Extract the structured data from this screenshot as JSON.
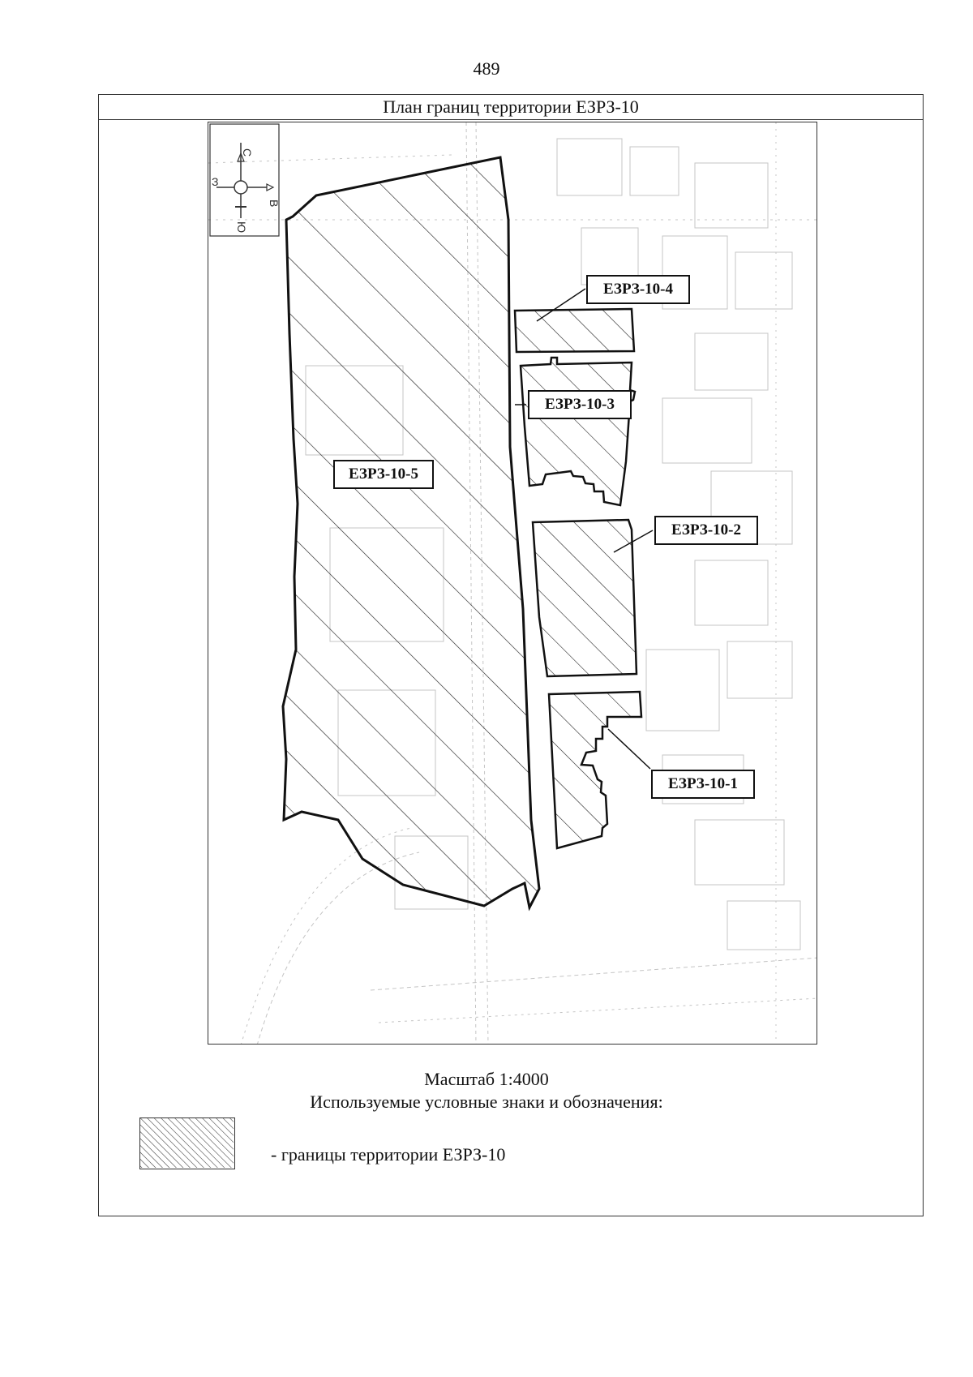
{
  "page_number": "489",
  "title": "План границ территории ЕЗРЗ-10",
  "compass": {
    "north": "С",
    "south": "Ю",
    "west": "З",
    "east": "В"
  },
  "zones": [
    {
      "id": "z5",
      "label": "ЕЗРЗ-10-5"
    },
    {
      "id": "z4",
      "label": "ЕЗРЗ-10-4"
    },
    {
      "id": "z3",
      "label": "ЕЗРЗ-10-3"
    },
    {
      "id": "z2",
      "label": "ЕЗРЗ-10-2"
    },
    {
      "id": "z1",
      "label": "ЕЗРЗ-10-1"
    }
  ],
  "scale": "Масштаб 1:4000",
  "legend": {
    "title": "Используемые условные знаки и обозначения:",
    "item": "- границы территории ЕЗРЗ-10"
  },
  "colors": {
    "ink": "#111111",
    "faint": "#bdbdbd",
    "hatch": "#222222"
  }
}
